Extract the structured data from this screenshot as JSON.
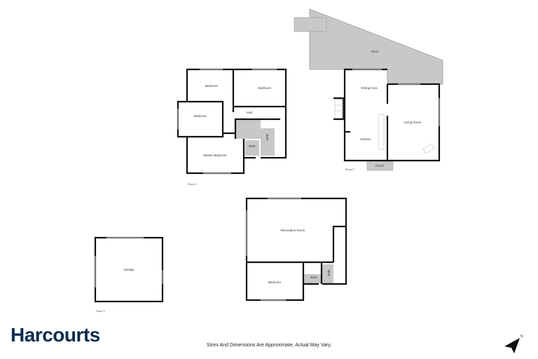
{
  "floors": {
    "floor3": {
      "label": "Floor 3",
      "rooms": {
        "bedroom_a": "Bedroom",
        "bedroom_b": "Bedroom",
        "bedroom_c": "Bedroom",
        "hall": "Hall",
        "bath_main": "Bath",
        "bath_small": "Bath",
        "master": "Master Bedroom"
      }
    },
    "floor2": {
      "label": "Floor 2",
      "rooms": {
        "deck": "Deck",
        "dining": "Dining Area",
        "living": "Living Room",
        "kitchen": "Kitchen",
        "porch": "Porch"
      }
    },
    "floor1": {
      "label": "Floor 1",
      "rooms": {
        "garage": "Garage",
        "recreation": "Recreation Room",
        "bedroom": "Bedroom",
        "bath_a": "Bath",
        "bath_b": "Bath"
      }
    }
  },
  "brand": {
    "logo_text": "Harcourts",
    "color": "#0c2d4e"
  },
  "disclaimer": "Sizes And Dimensions Are Approximate, Actual May Vary.",
  "compass": {
    "label": "N"
  },
  "colors": {
    "wall": "#111111",
    "shaded": "#c8c8c8",
    "window": "#bbbbbb"
  }
}
